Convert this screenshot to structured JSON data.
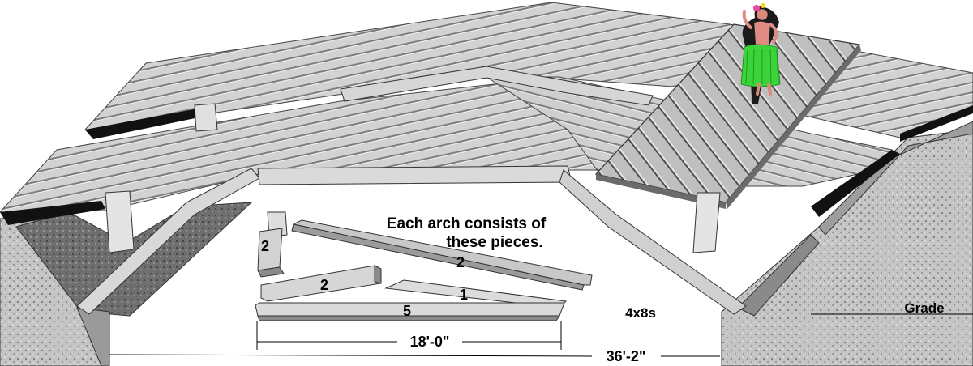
{
  "annotation": {
    "line1": "Each arch consists of",
    "line2": "these pieces."
  },
  "pieces": [
    {
      "id": "gusset",
      "count": "2"
    },
    {
      "id": "long-rafter",
      "count": "2"
    },
    {
      "id": "short-rafter",
      "count": "2"
    },
    {
      "id": "wedge",
      "count": "1"
    },
    {
      "id": "base-beam",
      "count": "5"
    }
  ],
  "lumber_size": "4x8s",
  "grade_label": "Grade",
  "dimensions": {
    "piece_length": "18'-0\"",
    "span": "36'-2\""
  },
  "colors": {
    "timber_face": "#d9d9d9",
    "timber_shade": "#a6a6a6",
    "timber_dark": "#6e6e6e",
    "soil": "#bdbdbd",
    "eave": "#111111"
  },
  "figure": "hula-dancer"
}
